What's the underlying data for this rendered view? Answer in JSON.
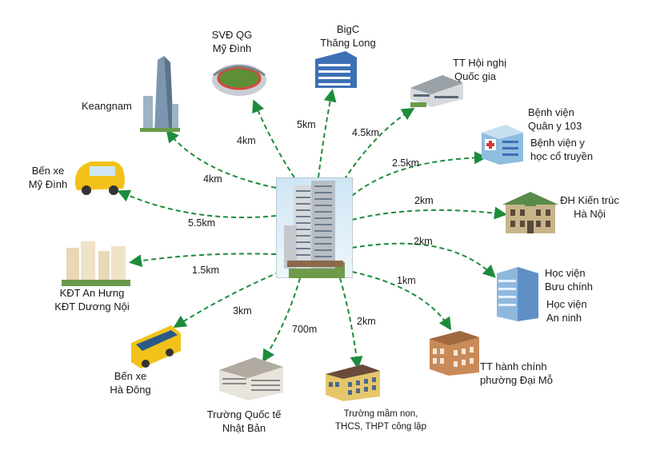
{
  "center": {
    "icon": "residential-tower-icon"
  },
  "colors": {
    "arrow": "#1c8c3c",
    "building_blue": "#3d6fb5",
    "tower_grey": "#8a96a3"
  },
  "destinations": [
    {
      "id": "keangnam",
      "label": [
        "Keangnam"
      ],
      "distance": "4km",
      "icon": "skyscraper-icon"
    },
    {
      "id": "svd",
      "label": [
        "SVĐ QG",
        "Mỹ Đình"
      ],
      "distance": "4km",
      "icon": "stadium-icon"
    },
    {
      "id": "bigc",
      "label": [
        "BigC",
        "Thăng Long"
      ],
      "distance": "5km",
      "icon": "shopping-mall-icon"
    },
    {
      "id": "tthn",
      "label": [
        "TT Hội nghị",
        "Quốc gia"
      ],
      "distance": "4.5km",
      "icon": "convention-center-icon"
    },
    {
      "id": "bv103",
      "label": [
        "Bệnh viện",
        "Quân y 103"
      ],
      "label2": [
        "Bệnh viện y",
        "học cổ truyền"
      ],
      "distance": "2.5km",
      "icon": "hospital-icon"
    },
    {
      "id": "dhkt",
      "label": [
        "ĐH Kiến trúc",
        "Hà Nội"
      ],
      "distance": "2km",
      "icon": "university-icon"
    },
    {
      "id": "hvbc",
      "label": [
        "Học viện",
        "Bưu chính"
      ],
      "label2": [
        "Học viện",
        "An ninh"
      ],
      "distance": "2km",
      "icon": "office-building-icon"
    },
    {
      "id": "tthc",
      "label": [
        "TT hành chính",
        "phường Đại Mỗ"
      ],
      "distance": "1km",
      "icon": "government-building-icon"
    },
    {
      "id": "school",
      "label": [
        "Trường mầm non,",
        "THCS, THPT công lập"
      ],
      "distance": "2km",
      "icon": "school-icon"
    },
    {
      "id": "jp",
      "label": [
        "Trường Quốc tế",
        "Nhật Bản"
      ],
      "distance": "700m",
      "icon": "international-school-icon"
    },
    {
      "id": "bxhd",
      "label": [
        "Bến xe",
        "Hà Đông"
      ],
      "distance": "3km",
      "icon": "bus-icon"
    },
    {
      "id": "kdt",
      "label": [
        "KĐT An Hưng",
        "KĐT Dương Nội"
      ],
      "distance": "1.5km",
      "icon": "apartment-complex-icon"
    },
    {
      "id": "bxmd",
      "label": [
        "Bến xe",
        "Mỹ Đình"
      ],
      "distance": "5.5km",
      "icon": "van-icon"
    }
  ]
}
